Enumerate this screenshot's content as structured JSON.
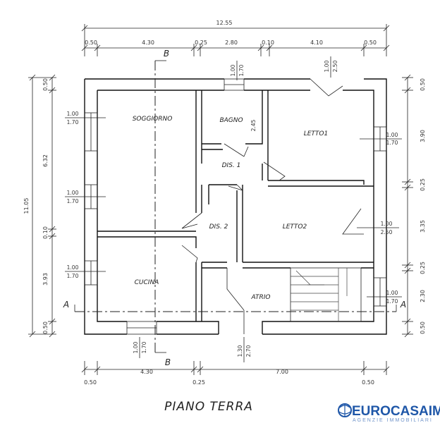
{
  "title": "PIANO TERRA",
  "dimensions": {
    "top_total": "12.55",
    "top_segments": [
      "0.50",
      "4.30",
      "0.25",
      "2.80",
      "0.10",
      "4.10",
      "0.50"
    ],
    "bottom_segments": [
      "0.50",
      "4.30",
      "0.25",
      "7.00",
      "0.50"
    ],
    "left_total": "11.05",
    "left_segments": [
      "0.50",
      "6.32",
      "0.10",
      "3.93",
      "0.50"
    ],
    "right_segments": [
      "0.50",
      "3.90",
      "0.25",
      "3.35",
      "0.25",
      "2.30",
      "0.50"
    ]
  },
  "rooms": {
    "soggiorno": "SOGGIORNO",
    "bagno": "BAGNO",
    "letto1": "LETTO1",
    "dis1": "DIS. 1",
    "dis2": "DIS. 2",
    "letto2": "LETTO2",
    "cucina": "CUCINA",
    "atrio": "ATRIO"
  },
  "openings": {
    "bagno_window": [
      "1.00",
      "1.70"
    ],
    "bagno_door": "2.45",
    "letto1_top": [
      "1.00",
      "2.50"
    ],
    "letto1_window": [
      "1.00",
      "1.70"
    ],
    "soggiorno_window1": [
      "1.00",
      "1.70"
    ],
    "soggiorno_window2": [
      "1.00",
      "1.70"
    ],
    "letto2_window": [
      "1.00",
      "2.50"
    ],
    "cucina_window": [
      "1.00",
      "1.70"
    ],
    "atrio_window": [
      "1.00",
      "1.70"
    ],
    "cucina_bottom": [
      "1.00",
      "1.70"
    ],
    "entrance": [
      "1.30",
      "2.70"
    ]
  },
  "sections": {
    "a_left": "A",
    "a_right": "A",
    "b_top": "B",
    "b_bottom": "B"
  },
  "logo": {
    "name": "EUROCASAIMM",
    "tagline": "AGENZIE IMMOBILIARI"
  },
  "colors": {
    "logo": "#1f57a8",
    "ink": "#111111"
  }
}
